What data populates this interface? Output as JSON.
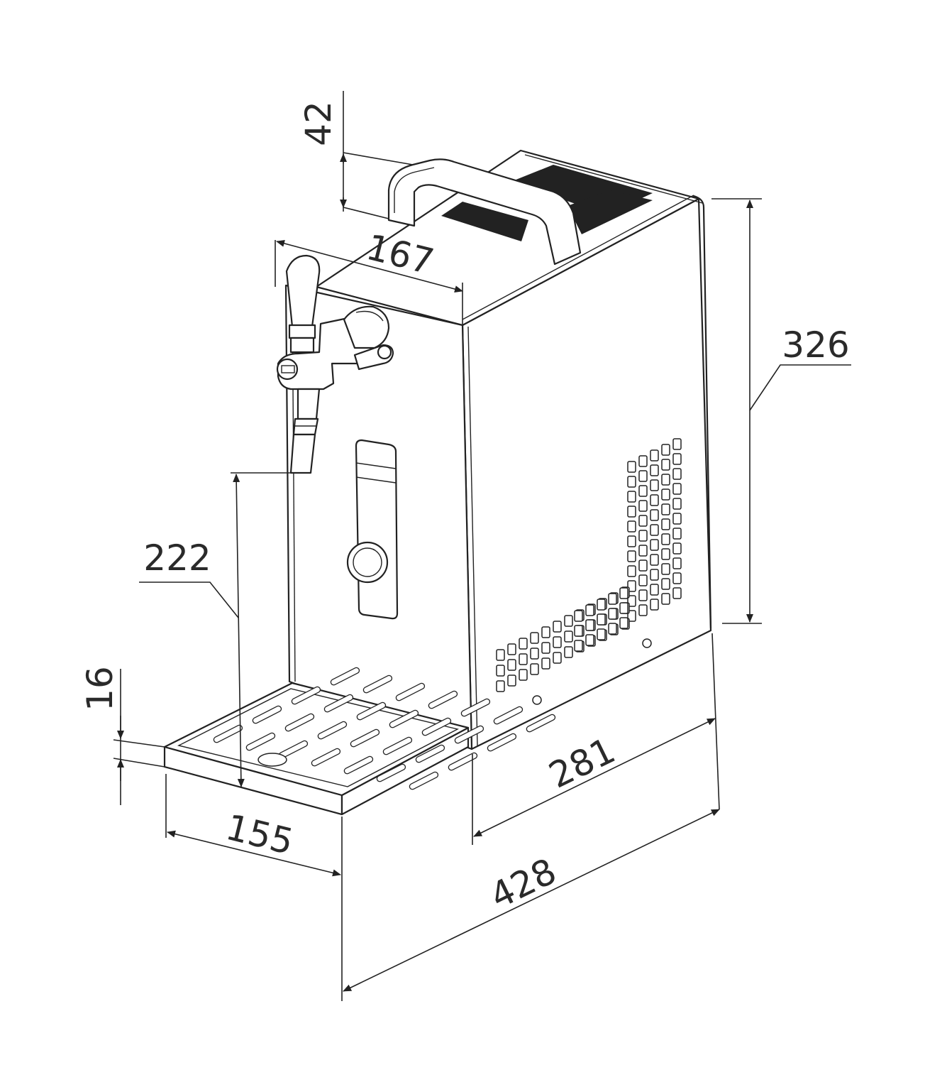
{
  "dimensions": {
    "handle_height": "42",
    "unit_width": "167",
    "unit_height": "326",
    "tap_clearance": "222",
    "tray_height": "16",
    "tray_width": "155",
    "unit_depth": "281",
    "total_depth": "428"
  },
  "colors": {
    "line": "#222222",
    "background": "#ffffff"
  }
}
